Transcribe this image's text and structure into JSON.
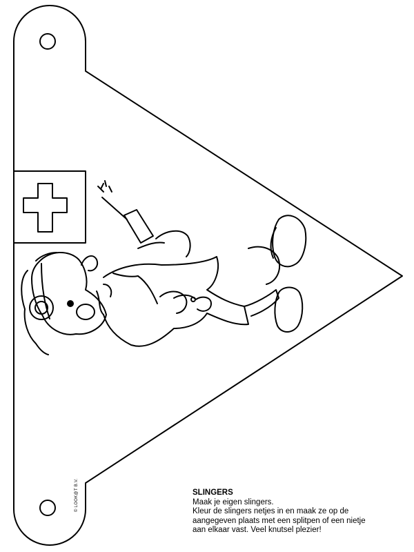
{
  "copyright": "© LOOK@T B.V.",
  "instructions": {
    "title": "SLINGERS",
    "lines": [
      "Maak je eigen slingers.",
      "Kleur de slingers netjes in en maak ze op de",
      "aangegeven plaats met een splitpen of een nietje",
      "aan elkaar vast. Veel knutsel plezier!"
    ]
  },
  "colors": {
    "line": "#000000",
    "paper": "#ffffff"
  }
}
